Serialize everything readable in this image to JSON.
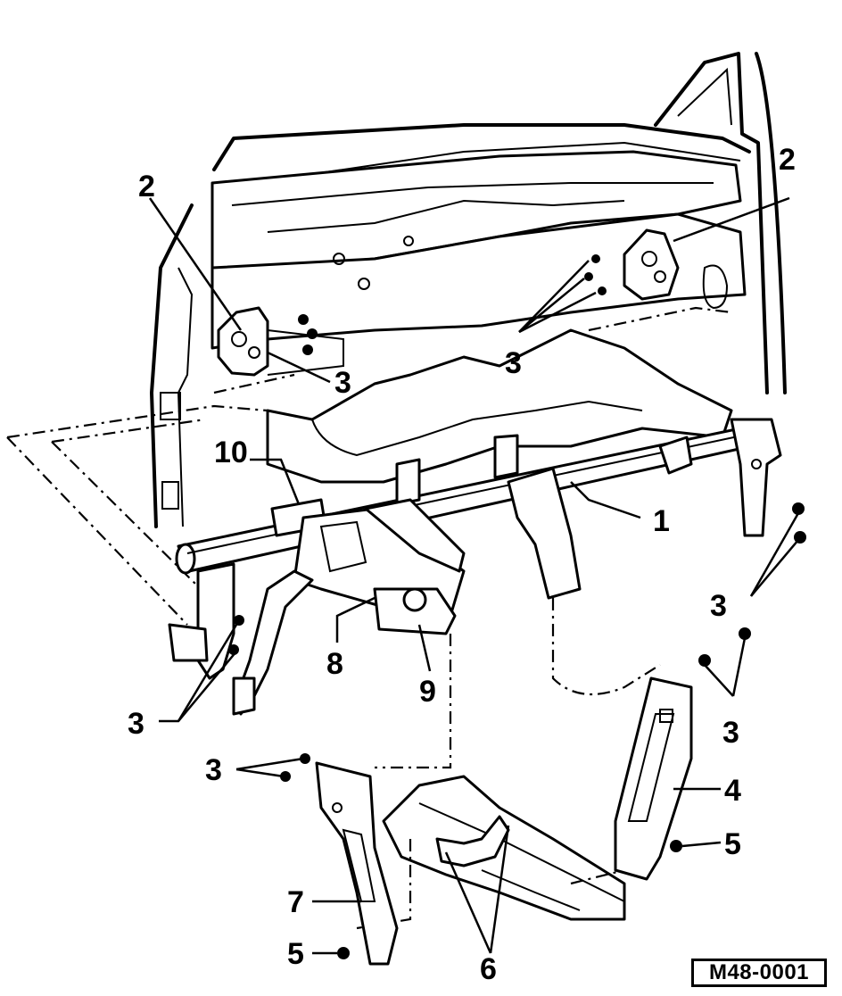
{
  "reference_code": "M48-0001",
  "callouts": [
    {
      "id": "c1",
      "label": "1"
    },
    {
      "id": "c2a",
      "label": "2"
    },
    {
      "id": "c2b",
      "label": "2"
    },
    {
      "id": "c3a",
      "label": "3"
    },
    {
      "id": "c3b",
      "label": "3"
    },
    {
      "id": "c3c",
      "label": "3"
    },
    {
      "id": "c3d",
      "label": "3"
    },
    {
      "id": "c3e",
      "label": "3"
    },
    {
      "id": "c3f",
      "label": "3"
    },
    {
      "id": "c4",
      "label": "4"
    },
    {
      "id": "c5a",
      "label": "5"
    },
    {
      "id": "c5b",
      "label": "5"
    },
    {
      "id": "c6",
      "label": "6"
    },
    {
      "id": "c7",
      "label": "7"
    },
    {
      "id": "c8",
      "label": "8"
    },
    {
      "id": "c9",
      "label": "9"
    },
    {
      "id": "c10",
      "label": "10"
    }
  ]
}
